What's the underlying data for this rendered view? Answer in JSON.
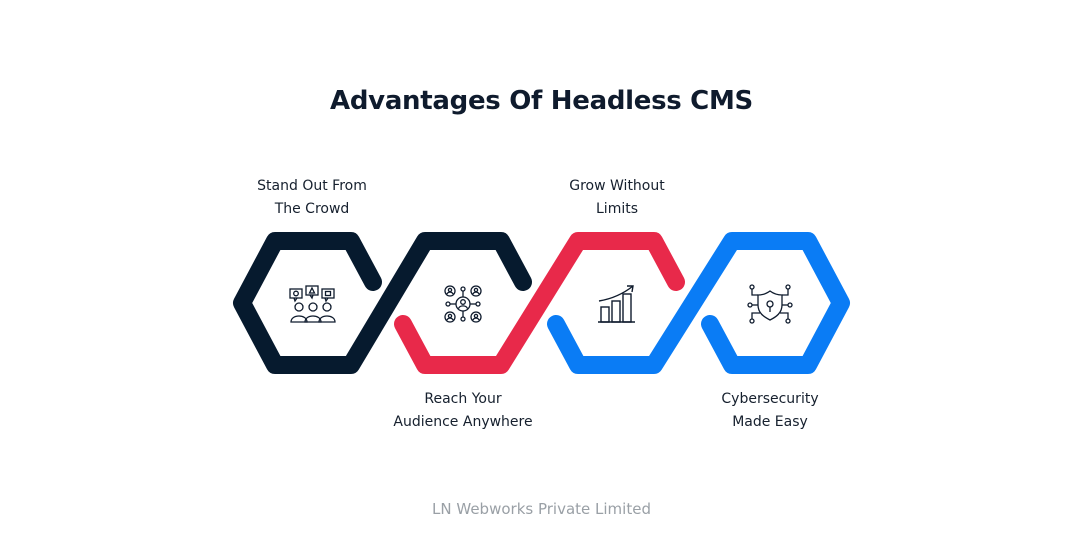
{
  "title": "Advantages Of Headless CMS",
  "colors": {
    "dark": "#061a2e",
    "red": "#e8294a",
    "blue": "#0a7cf5",
    "text": "#0f1b2d",
    "footer": "#9aa0a6"
  },
  "steps": [
    {
      "line1": "Stand Out From",
      "line2": "The Crowd",
      "icon": "audience-discussion-icon",
      "color": "dark",
      "label_position": "top"
    },
    {
      "line1": "Reach Your",
      "line2": "Audience Anywhere",
      "icon": "network-people-icon",
      "color": "red",
      "label_position": "bottom"
    },
    {
      "line1": "Grow Without",
      "line2": "Limits",
      "icon": "growth-chart-icon",
      "color": "blue",
      "label_position": "top"
    },
    {
      "line1": "Cybersecurity",
      "line2": "Made Easy",
      "icon": "security-shield-icon",
      "color": "blue",
      "label_position": "bottom"
    }
  ],
  "footer": "LN Webworks Private Limited"
}
